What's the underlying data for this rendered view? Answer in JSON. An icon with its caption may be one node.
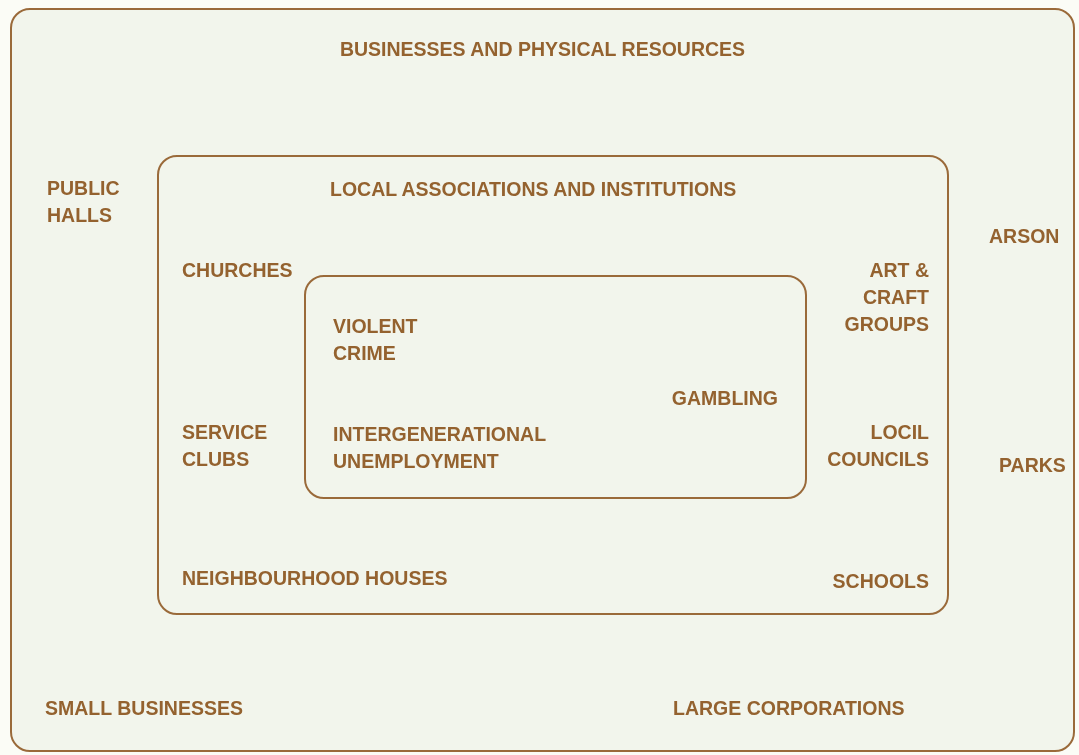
{
  "diagram": {
    "nodes": [
      {
        "text": [
          "BUSINESSES AND PHYSICAL RESOURCES",
          "PUBLIC HALLS",
          "ARSON",
          "PARKS",
          "SMALL BUSINESSES",
          "LARGE CORPORATIONS"
        ]
      },
      {
        "text": [
          "LOCAL ASSOCIATIONS AND INSTITUTIONS",
          "CHURCHES",
          "ART & CRAFT GROUPS",
          "SERVICE CLUBS",
          "LOCIL COUNCILS",
          "NEIGHBOURHOOD HOUSES",
          "SCHOOLS"
        ],
        "in": 0
      },
      {
        "text": [
          "VIOLENT CRIME",
          "GAMBLING",
          "INTERGENERATIONAL UNEMPLOYMENT"
        ],
        "in": 1
      }
    ]
  }
}
